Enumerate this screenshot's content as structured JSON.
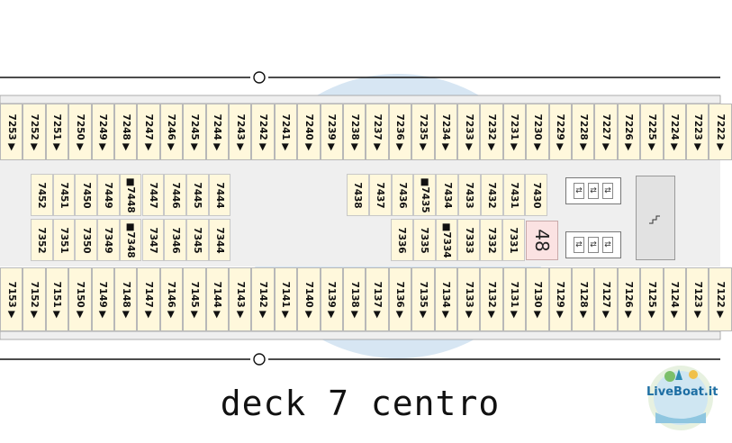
{
  "title": "deck 7 centro",
  "logo_text": "LiveBoat.it",
  "stair_number": "48",
  "icons": {
    "arrow": "triangle-right-icon",
    "wheelchair": "accessible-cabin-icon",
    "elevator": "elevator-icon",
    "stairs": "stairs-icon",
    "logo": "liveboat-logo-icon"
  },
  "colors": {
    "cabin": "#fff8dc",
    "corridor": "#efefef",
    "hull_band": "#d7e6f3",
    "stair_block": "#fbe2e2",
    "line": "#111111"
  },
  "rows": {
    "top_outer": [
      "7253",
      "7252",
      "7251",
      "7250",
      "7249",
      "7248",
      "7247",
      "7246",
      "7245",
      "7244",
      "7243",
      "7242",
      "7241",
      "7240",
      "7239",
      "7238",
      "7237",
      "7236",
      "7235",
      "7234",
      "7233",
      "7232",
      "7231",
      "7230",
      "7229",
      "7228",
      "7227",
      "7226",
      "7225",
      "7224",
      "7223",
      "7222"
    ],
    "bottom_outer": [
      "7153",
      "7152",
      "7151",
      "7150",
      "7149",
      "7148",
      "7147",
      "7146",
      "7145",
      "7144",
      "7143",
      "7142",
      "7141",
      "7140",
      "7139",
      "7138",
      "7137",
      "7136",
      "7135",
      "7134",
      "7133",
      "7132",
      "7131",
      "7130",
      "7129",
      "7128",
      "7127",
      "7126",
      "7125",
      "7124",
      "7123",
      "7122"
    ]
  },
  "inner": {
    "left_upper": [
      "7452",
      "7451",
      "7450",
      "7449",
      "7448",
      "7447",
      "7446",
      "7445",
      "7444"
    ],
    "left_lower": [
      "7352",
      "7351",
      "7350",
      "7349",
      "7348",
      "7347",
      "7346",
      "7345",
      "7344"
    ],
    "right_upper": [
      "7438",
      "7437",
      "7436",
      "7435",
      "7434",
      "7433",
      "7432",
      "7431",
      "7430"
    ],
    "right_lower": [
      "7336",
      "7335",
      "7334",
      "7333",
      "7332",
      "7331"
    ]
  }
}
